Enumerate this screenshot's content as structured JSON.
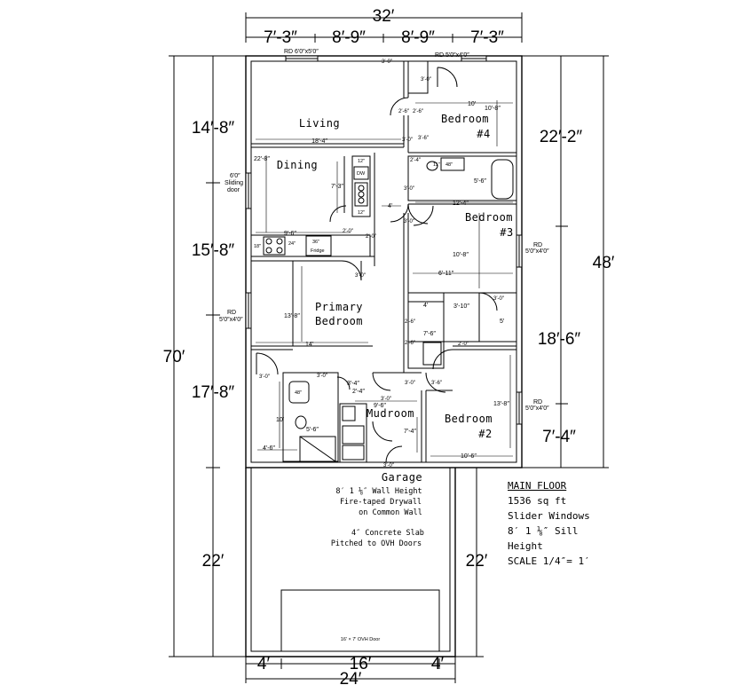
{
  "dimensions": {
    "overall_width_top": "32′",
    "top_segments": [
      "7′-3″",
      "8′-9″",
      "8′-9″",
      "7′-3″"
    ],
    "left_total": "70′",
    "left_segments": [
      "14′-8″",
      "15′-8″",
      "17′-8″",
      "22′"
    ],
    "right_total": "48′",
    "right_segments": [
      "22′-2″",
      "18′-6″",
      "7′-4″"
    ],
    "garage_side_right": "22′",
    "bottom_segments": [
      "4′",
      "16′",
      "4′"
    ],
    "overall_width_bottom": "24′"
  },
  "rooms": {
    "living": "Living",
    "dining": "Dining",
    "bedroom4": [
      "Bedroom",
      "#4"
    ],
    "bedroom3": [
      "Bedroom",
      "#3"
    ],
    "primary": [
      "Primary",
      "Bedroom"
    ],
    "mudroom": "Mudroom",
    "bedroom2": [
      "Bedroom",
      "#2"
    ],
    "garage": "Garage"
  },
  "windows": {
    "w_living_top": "RD 6′0″x5′0″",
    "w_bed4_top": "RD 5′0″x4′0″",
    "w_bed3_right": [
      "RD",
      "5′0″x4′0″"
    ],
    "w_primary_left": [
      "RD",
      "5′0″x4′0″"
    ],
    "w_bed2_right": [
      "RD",
      "5′0″x4′0″"
    ],
    "sliding_door": [
      "6′0″",
      "Sliding",
      "door"
    ]
  },
  "inner_dims": {
    "living_width": "18′-4″",
    "dining_left": "22′-8″",
    "kitchen_depth": "7′-3″",
    "kitchen_run": "9′-6″",
    "hall_4": "4′",
    "bed4_10": "10′",
    "bed4_10_8": "10′-8″",
    "bed3_12_4": "12′-4″",
    "bed3_10_8": "10′-8″",
    "bed3_6_11": "6′-11″",
    "closet_3_10": "3′-10″",
    "closet_5": "5′",
    "primary_13_8": "13′-8″",
    "primary_14": "14′",
    "mud_9_6": "9′-6″",
    "mud_7_4": "7′-4″",
    "bath_10": "10′",
    "bath_5_6": "5′-6″",
    "bath_4_6": "4′-6″",
    "bed2_13_8": "13′-8″",
    "bed2_10_6": "10′-6″",
    "bath2_5_6": "5′-6″",
    "lin_2_4": "2′-4″",
    "cl_3_4": "3′-4″",
    "cl_7_6": "7′-6″",
    "cl_4": "4′"
  },
  "door_labels": {
    "d30": "3′-0″",
    "d26": "2′-6″",
    "d24": "2′-4″",
    "d20": "2′-0″",
    "d36": "3′-6″"
  },
  "fixtures": {
    "dw": "DW",
    "f12a": "12″",
    "f12b": "12″",
    "f18": "18″",
    "f24": "24″",
    "fridge": [
      "36″",
      "Fridge"
    ],
    "tub48": "48″",
    "tub48b": "48″",
    "f11": "11″"
  },
  "garage_notes": [
    "8′ 1 ⅛″ Wall Height",
    "Fire-taped Drywall",
    "on Common Wall",
    "",
    "4″ Concrete Slab",
    "Pitched to OVH Doors"
  ],
  "garage_door": "16′ × 7′ OVH Door",
  "legend": {
    "title": "MAIN FLOOR",
    "area": "1536 sq ft",
    "windows": "Slider Windows",
    "sill": "8′ 1 ⅛″ Sill",
    "sill2": "Height",
    "scale": "SCALE 1/4″= 1′"
  }
}
